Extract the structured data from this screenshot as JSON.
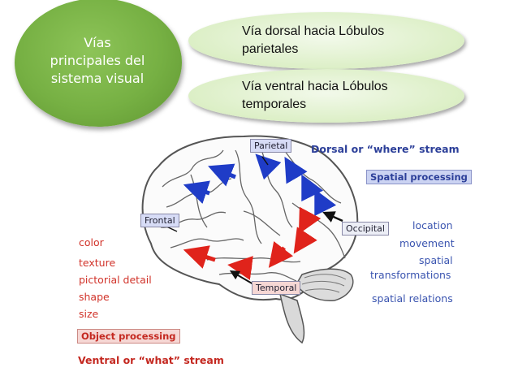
{
  "title_circle": "Vías\nprincipales del\nsistema visual",
  "pills": [
    {
      "text": "Vía dorsal hacia Lóbulos\nparietales"
    },
    {
      "text": "Vía ventral hacia Lóbulos\ntemporales"
    }
  ],
  "brain": {
    "labels": {
      "parietal": "Parietal",
      "frontal": "Frontal",
      "occipital": "Occipital",
      "temporal": "Temporal"
    },
    "dorsal_stream": "Dorsal or “where” stream",
    "spatial_processing": "Spatial processing",
    "dorsal_items": [
      "location",
      "movement",
      "spatial",
      "transformations",
      "spatial relations"
    ],
    "ventral_items": [
      "color",
      "texture",
      "pictorial detail",
      "shape",
      "size"
    ],
    "object_processing": "Object processing",
    "ventral_stream": "Ventral or “what” stream",
    "colors": {
      "dorsal": "#1f3cc7",
      "ventral": "#e0231b",
      "pill": "#dcefc6",
      "circle": "#76b043"
    }
  }
}
